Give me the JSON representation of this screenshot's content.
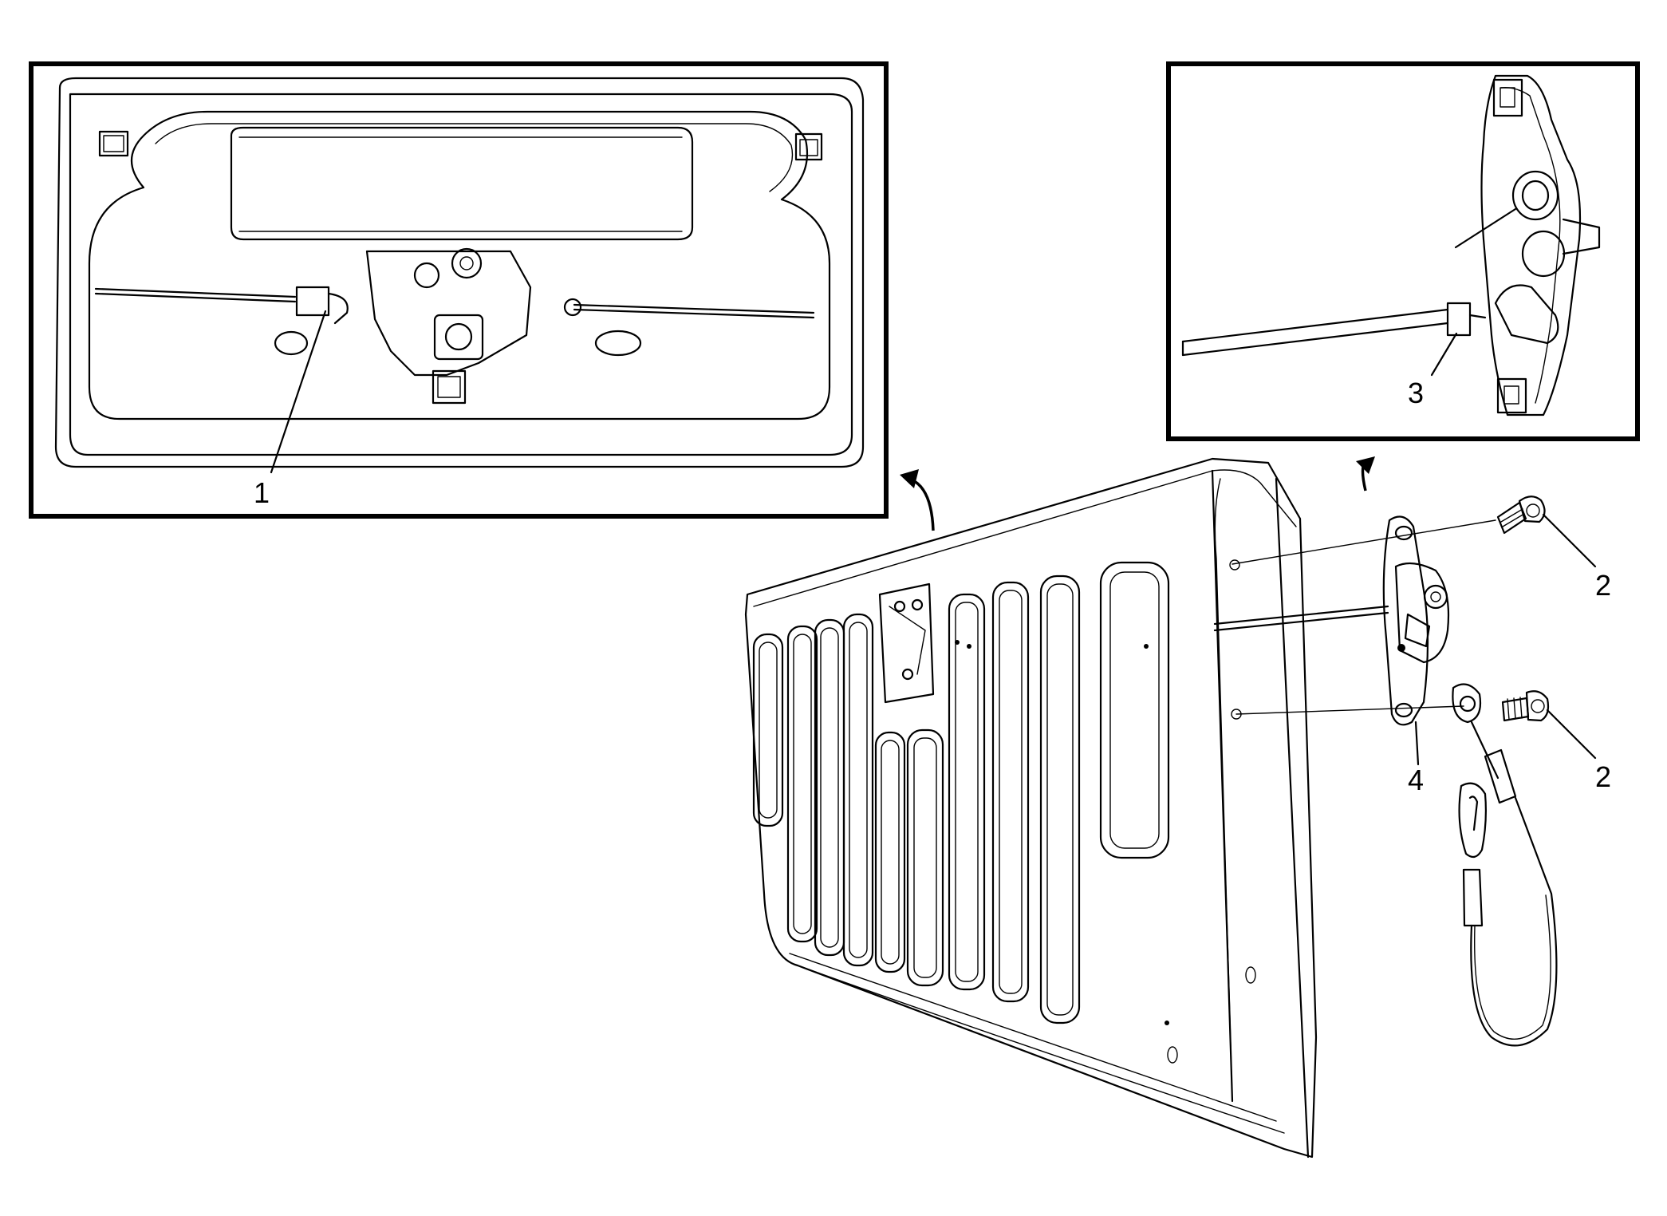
{
  "callouts": {
    "c1": "1",
    "c2a": "2",
    "c2b": "2",
    "c3": "3",
    "c4": "4"
  }
}
